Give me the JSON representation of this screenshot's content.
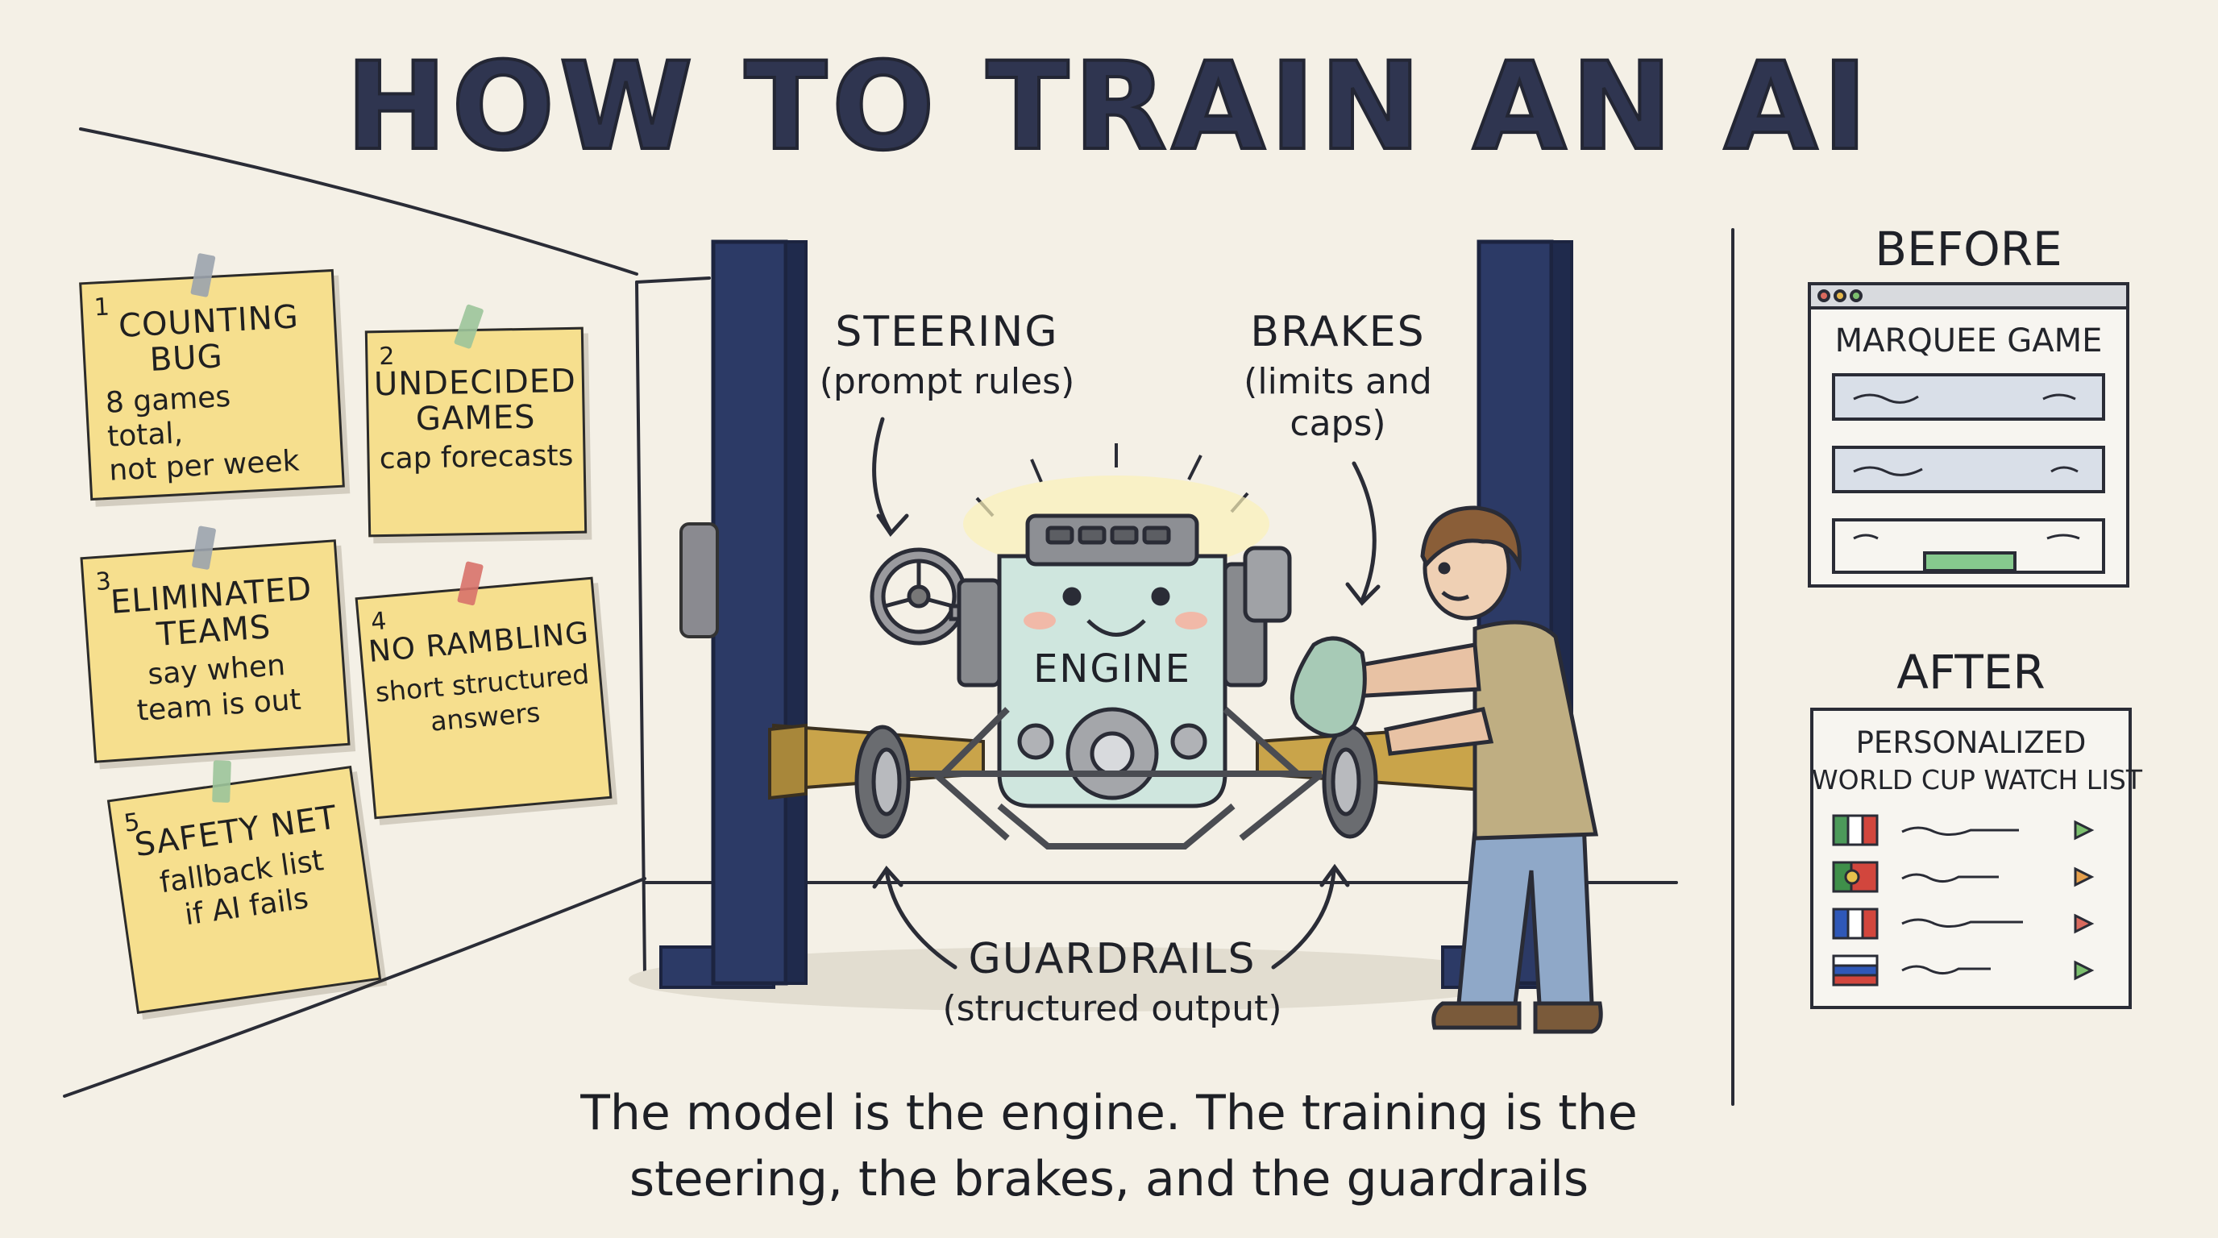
{
  "title": "HOW TO TRAIN AN AI",
  "notes": [
    {
      "num": "1",
      "head": [
        "COUNTING",
        "BUG"
      ],
      "body": [
        "8 games",
        "total,",
        "not per week"
      ]
    },
    {
      "num": "2",
      "head": [
        "UNDECIDED",
        "GAMES"
      ],
      "body": [
        "cap forecasts"
      ]
    },
    {
      "num": "3",
      "head": [
        "ELIMINATED",
        "TEAMS"
      ],
      "body": [
        "say when",
        "team is out"
      ]
    },
    {
      "num": "4",
      "head": [
        "NO RAMBLING"
      ],
      "body": [
        "short structured",
        "answers"
      ]
    },
    {
      "num": "5",
      "head": [
        "SAFETY NET"
      ],
      "body": [
        "fallback list",
        "if AI fails"
      ]
    }
  ],
  "labels": {
    "steering": "STEERING",
    "steering_sub": "(prompt rules)",
    "brakes": "BRAKES",
    "brakes_sub": [
      "(limits and",
      "caps)"
    ],
    "engine": "ENGINE",
    "guardrails": "GUARDRAILS",
    "guardrails_sub": "(structured output)"
  },
  "before": {
    "title": "BEFORE",
    "heading": "MARQUEE GAME"
  },
  "after": {
    "title": "AFTER",
    "heading": [
      "PERSONALIZED",
      "WORLD CUP WATCH LIST"
    ]
  },
  "caption": [
    "The model is the engine. The training is the",
    "steering, the brakes, and the guardrails"
  ],
  "colors": {
    "ink": "#2a2c36",
    "note": "#f6df8e",
    "lift_post": "#2c3a66",
    "lift_arm": "#c9a44a",
    "engine": "#cfe6de",
    "shirt": "#bfae82",
    "jeans": "#8fa8c8",
    "green_button": "#86c98e"
  },
  "icons": [
    "bug-icon",
    "bar-chart-icon",
    "trend-arrow-icon",
    "speech-bubble-icon",
    "list-icon",
    "steering-wheel-icon",
    "engine-icon",
    "person-icon",
    "italy-flag-icon",
    "portugal-flag-icon",
    "france-flag-icon",
    "russia-flag-icon",
    "play-icon"
  ]
}
